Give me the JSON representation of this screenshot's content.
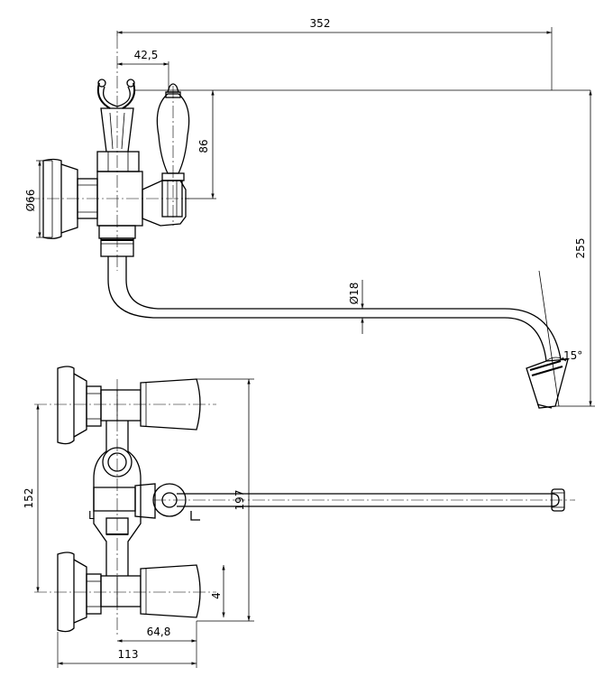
{
  "drawing": {
    "dimensions": {
      "spout_length": "352",
      "wall_offset": "42,5",
      "handle_height": "86",
      "flange_diameter": "Ø66",
      "spout_drop": "255",
      "spout_diameter": "Ø18",
      "spout_angle": "15°",
      "center_distance": "152",
      "overall_height": "197",
      "handle_depth": "64,8",
      "overall_depth": "113",
      "side_mark": "L",
      "small_mark": "4"
    }
  }
}
